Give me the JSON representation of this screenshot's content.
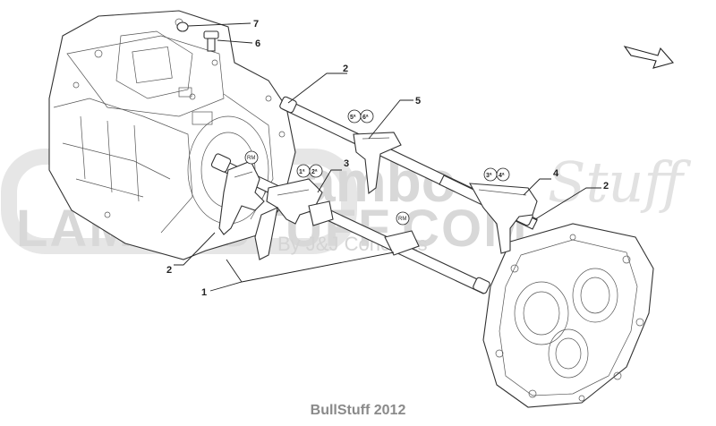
{
  "callouts": {
    "c1": "1",
    "c2a": "2",
    "c2b": "2",
    "c2c": "2",
    "c3": "3",
    "c4": "4",
    "c5": "5",
    "c6": "6",
    "c7": "7"
  },
  "gear_labels": {
    "first": "1ª",
    "second": "2ª",
    "third": "3ª",
    "fourth": "4ª",
    "fifth": "5ª",
    "sixth": "6ª",
    "rm_a": "RM",
    "rm_b": "RM"
  },
  "watermark": {
    "brand": "Lambo",
    "script": "Stuff",
    "url": "LAMBOSTUFF.COM",
    "byline": "By J&J Concepts"
  },
  "footer": "BullStuff 2012",
  "colors": {
    "line": "#222222",
    "watermark": "#d8d8d8",
    "footer": "#8a8a8a"
  },
  "icons": {
    "orientation_arrow": "arrow-icon"
  }
}
